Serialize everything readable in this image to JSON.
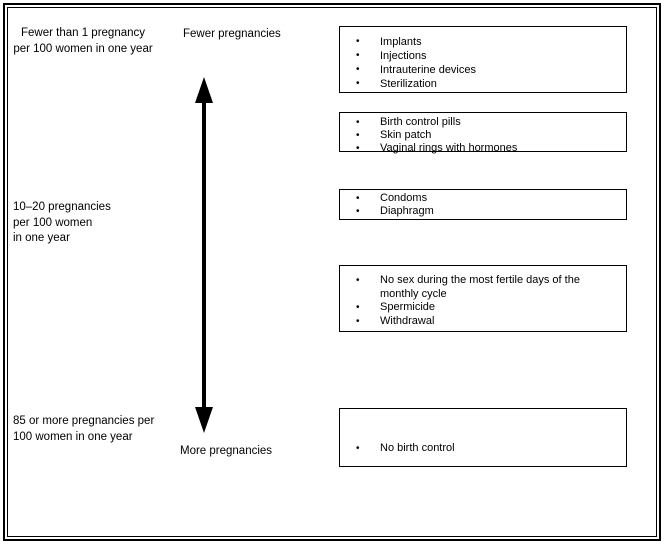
{
  "diagram": {
    "rates": {
      "top": "Fewer than 1 pregnancy\nper 100 women in one year",
      "middle": "10–20 pregnancies\nper 100 women\nin one year",
      "bottom": "85 or more pregnancies per\n100 women in one year"
    },
    "axis": {
      "top": "Fewer pregnancies",
      "bottom": "More pregnancies"
    },
    "boxes": [
      {
        "items": [
          "Implants",
          "Injections",
          "Intrauterine devices",
          "Sterilization"
        ]
      },
      {
        "items": [
          "Birth control pills",
          "Skin patch",
          "Vaginal rings with hormones"
        ]
      },
      {
        "items": [
          "Condoms",
          "Diaphragm"
        ]
      },
      {
        "items": [
          "No sex during the most fertile days of the\nmonthly cycle",
          "Spermicide",
          "Withdrawal"
        ]
      },
      {
        "items": [
          "No birth control"
        ]
      }
    ]
  },
  "glyphs": {
    "bullet": "•"
  },
  "colors": {
    "ink": "#000000",
    "paper": "#ffffff"
  }
}
